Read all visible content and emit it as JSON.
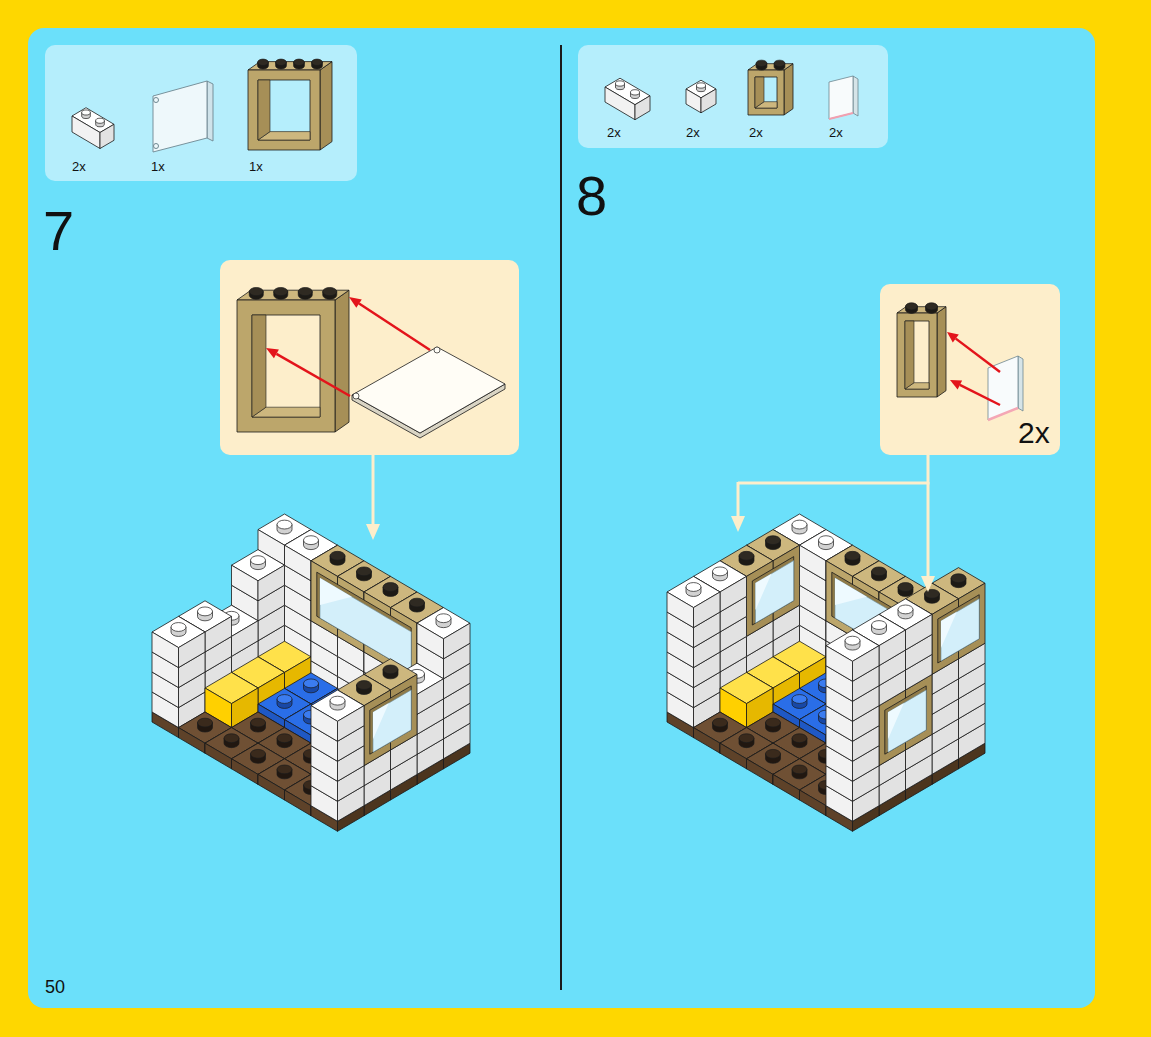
{
  "diagram": {
    "nodes": [
      {
        "text": [
          "2x",
          "1x",
          "1x"
        ]
      },
      {
        "text": [
          "2x",
          "2x",
          "2x",
          "2x"
        ]
      },
      {
        "text": [
          "2x"
        ]
      }
    ],
    "labels": [
      "7",
      "8",
      "50"
    ]
  }
}
